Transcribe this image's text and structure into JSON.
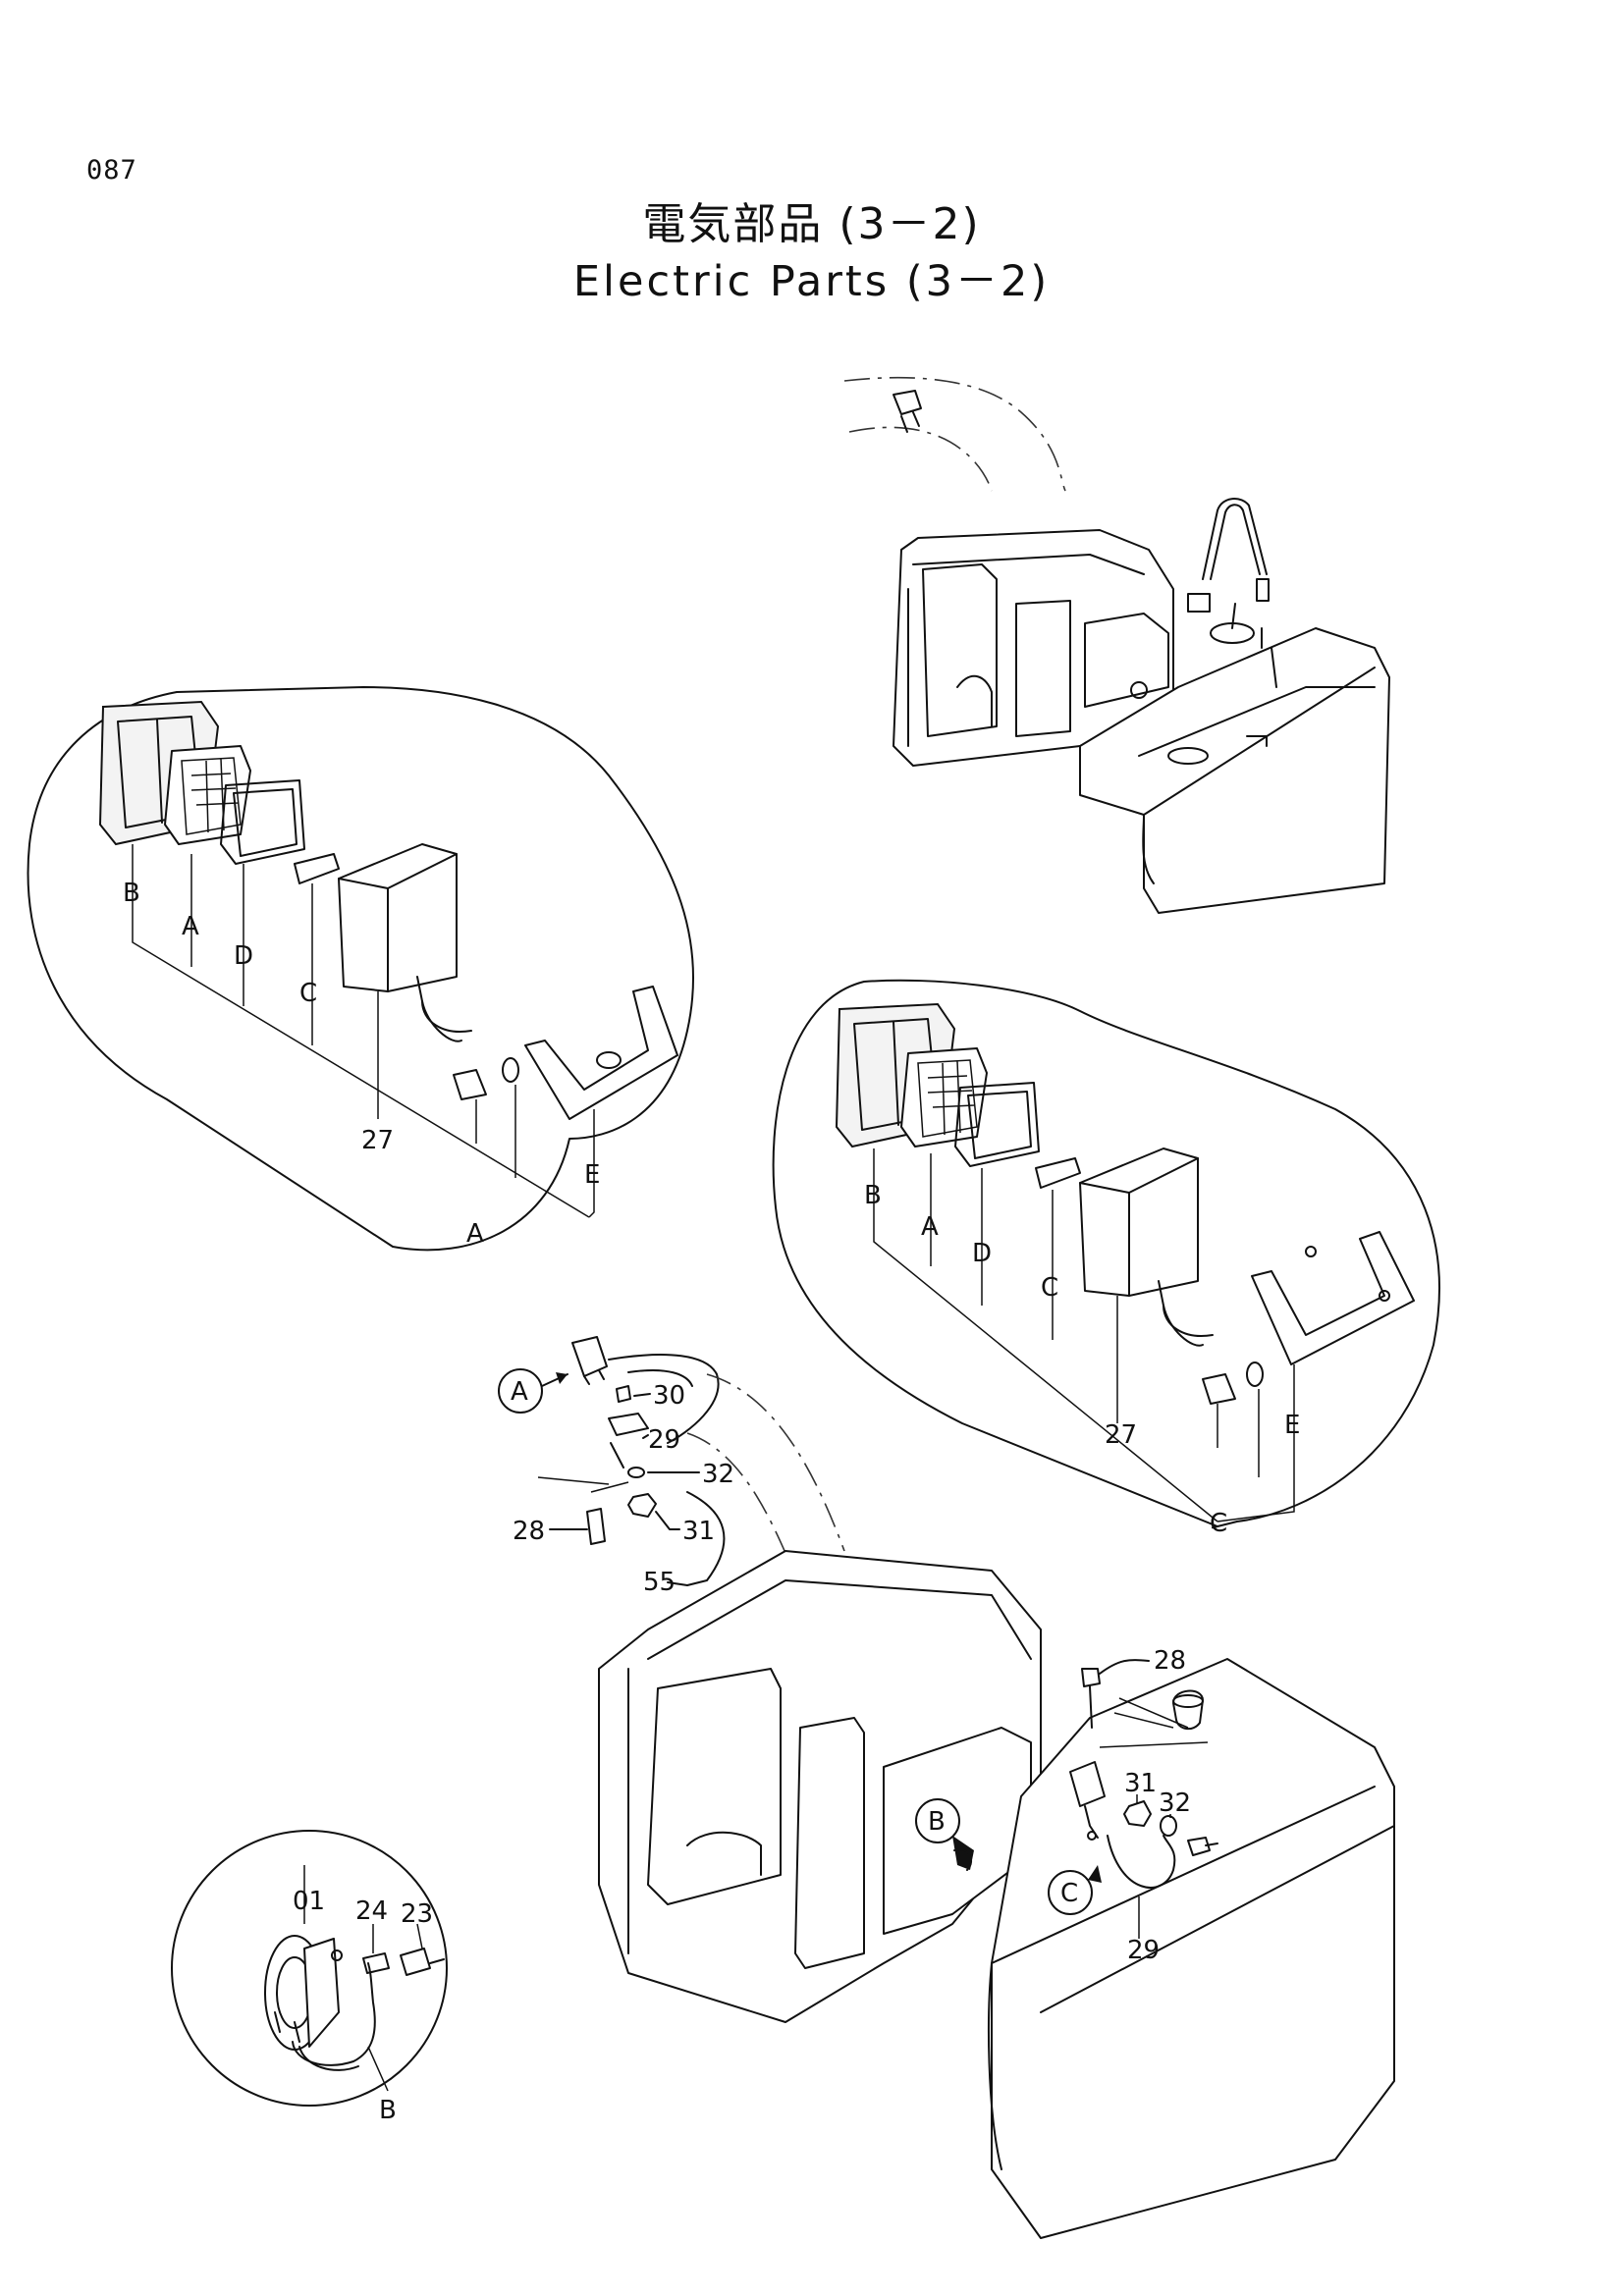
{
  "page_number": "087",
  "title_jp": "電気部品 (3－2)",
  "title_en": "Electric Parts (3－2)",
  "detail_A": {
    "labels": [
      "B",
      "A",
      "D",
      "C",
      "27",
      "E",
      "A"
    ]
  },
  "detail_C": {
    "labels": [
      "B",
      "A",
      "D",
      "C",
      "27",
      "E",
      "C"
    ]
  },
  "detail_B": {
    "labels": [
      "01",
      "24",
      "23",
      "B"
    ]
  },
  "mount_left": {
    "callout": "A",
    "labels": [
      "30",
      "29",
      "32",
      "31",
      "28",
      "55"
    ]
  },
  "mount_right": {
    "callouts": [
      "B",
      "C"
    ],
    "labels": [
      "28",
      "31",
      "32",
      "29"
    ]
  }
}
